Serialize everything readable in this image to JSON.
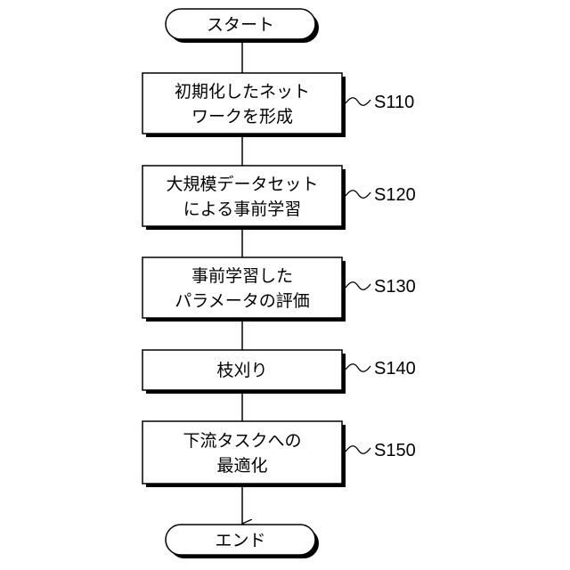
{
  "flowchart": {
    "start": {
      "label": "スタート"
    },
    "steps": [
      {
        "lines": [
          "初期化したネット",
          "ワークを形成"
        ],
        "label": "S110"
      },
      {
        "lines": [
          "大規模データセット",
          "による事前学習"
        ],
        "label": "S120"
      },
      {
        "lines": [
          "事前学習した",
          "パラメータの評価"
        ],
        "label": "S130"
      },
      {
        "lines": [
          "枝刈り"
        ],
        "label": "S140"
      },
      {
        "lines": [
          "下流タスクへの",
          "最適化"
        ],
        "label": "S150"
      }
    ],
    "end": {
      "label": "エンド"
    }
  }
}
